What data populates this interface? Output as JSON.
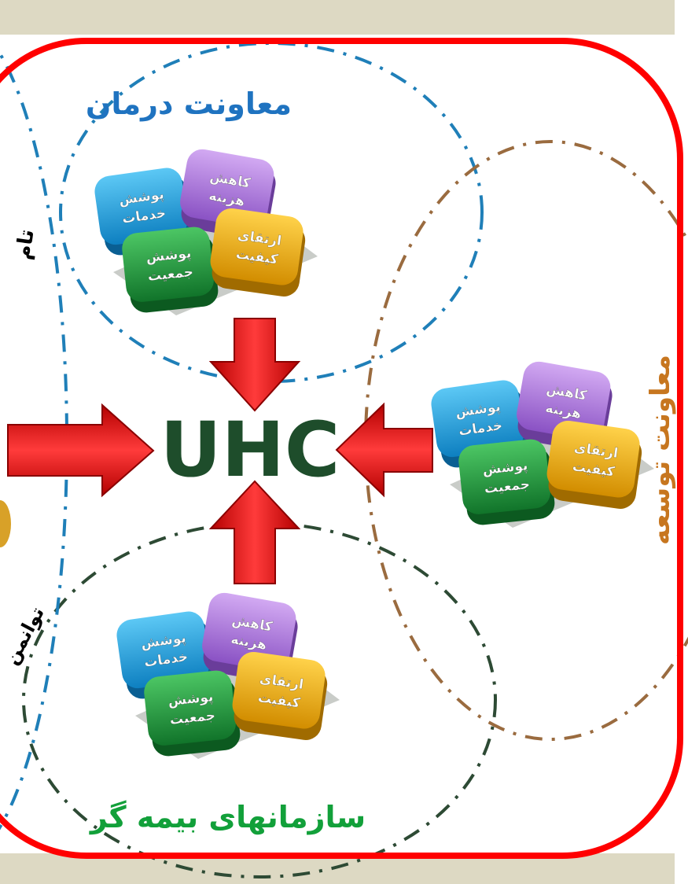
{
  "uhc_label": "UHC",
  "groups": {
    "treatment": {
      "title": "معاونت درمان",
      "color": "#1f73c0"
    },
    "development": {
      "title": "معاونت توسعه",
      "color": "#c7761f"
    },
    "insurers": {
      "title": "سازمانهای بیمه گر",
      "color": "#12a03a"
    }
  },
  "tile_labels": {
    "services": [
      "پوشش",
      "خدمات"
    ],
    "cost": [
      "کاهش",
      "هزینه"
    ],
    "population": [
      "پوشش",
      "جمعیت"
    ],
    "quality": [
      "ارتقای",
      "کیفیت"
    ]
  },
  "partial_labels": {
    "upper_left": "تام",
    "lower_left": "توانمن"
  },
  "colors": {
    "frame": "#ff0000",
    "band": "#ddd9c3",
    "arrow": "#ee1111",
    "uhc_text": "#1e4d2b",
    "circle_treatment": "#1f7fb8",
    "circle_development": "#9a6b3f",
    "circle_insurers": "#2d4a34",
    "tile_blue": "#1ba3e6",
    "tile_purple": "#b07ae0",
    "tile_green": "#1e9e3a",
    "tile_yellow": "#f2b50b"
  }
}
